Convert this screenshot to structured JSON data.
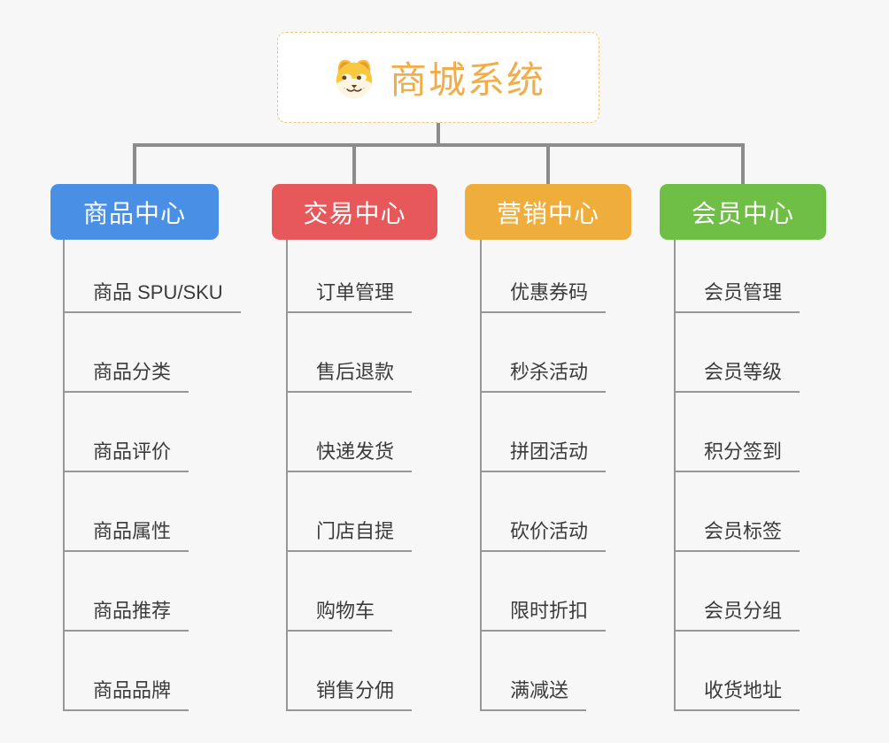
{
  "root": {
    "label": "商城系统",
    "icon": "dog-face-icon",
    "text_color": "#F0AD4A",
    "border_color": "#F2C379"
  },
  "theme": {
    "background": "#F7F7F7",
    "connector_color": "#8C8C8C",
    "leaf_line_color": "#979797",
    "leaf_text_color": "#3B3B3B"
  },
  "branches": [
    {
      "label": "商品中心",
      "color": "#4A8FE6",
      "children": [
        "商品 SPU/SKU",
        "商品分类",
        "商品评价",
        "商品属性",
        "商品推荐",
        "商品品牌"
      ]
    },
    {
      "label": "交易中心",
      "color": "#E6585A",
      "children": [
        "订单管理",
        "售后退款",
        "快递发货",
        "门店自提",
        "购物车",
        "销售分佣"
      ]
    },
    {
      "label": "营销中心",
      "color": "#EFAD3C",
      "children": [
        "优惠券码",
        "秒杀活动",
        "拼团活动",
        "砍价活动",
        "限时折扣",
        "满减送"
      ]
    },
    {
      "label": "会员中心",
      "color": "#6FBE46",
      "children": [
        "会员管理",
        "会员等级",
        "积分签到",
        "会员标签",
        "会员分组",
        "收货地址"
      ]
    }
  ]
}
